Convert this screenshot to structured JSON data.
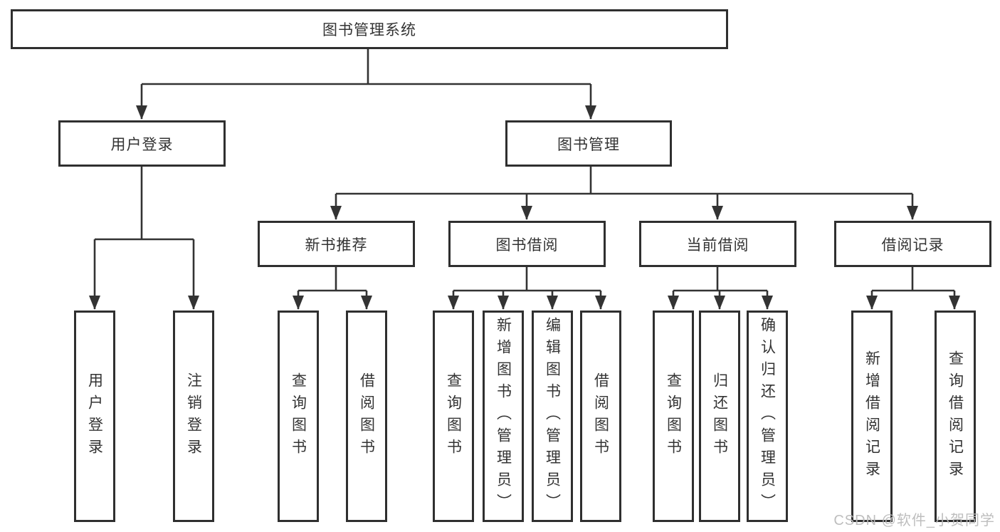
{
  "diagram": {
    "root": {
      "label": "图书管理系统"
    },
    "level2": [
      {
        "label": "用户登录"
      },
      {
        "label": "图书管理"
      }
    ],
    "level3": [
      {
        "label": "新书推荐",
        "parent": "图书管理"
      },
      {
        "label": "图书借阅",
        "parent": "图书管理"
      },
      {
        "label": "当前借阅",
        "parent": "图书管理"
      },
      {
        "label": "借阅记录",
        "parent": "图书管理"
      }
    ],
    "leaves": [
      {
        "label": "用户登录",
        "parent": "用户登录"
      },
      {
        "label": "注销登录",
        "parent": "用户登录"
      },
      {
        "label": "查询图书",
        "parent": "新书推荐"
      },
      {
        "label": "借阅图书",
        "parent": "新书推荐"
      },
      {
        "label": "查询图书",
        "parent": "图书借阅"
      },
      {
        "label": "新增图书（管理员）",
        "parent": "图书借阅"
      },
      {
        "label": "编辑图书（管理员）",
        "parent": "图书借阅"
      },
      {
        "label": "借阅图书",
        "parent": "图书借阅"
      },
      {
        "label": "查询图书",
        "parent": "当前借阅"
      },
      {
        "label": "归还图书",
        "parent": "当前借阅"
      },
      {
        "label": "确认归还（管理员）",
        "parent": "当前借阅"
      },
      {
        "label": "新增借阅记录",
        "parent": "借阅记录"
      },
      {
        "label": "查询借阅记录",
        "parent": "借阅记录"
      }
    ]
  },
  "watermark": {
    "text": "CSDN @软件_小贺同学"
  },
  "colors": {
    "line": "#333333",
    "box_border": "#2f2f2f",
    "text": "#333333",
    "background": "#ffffff",
    "watermark": "#bbbbbb"
  }
}
